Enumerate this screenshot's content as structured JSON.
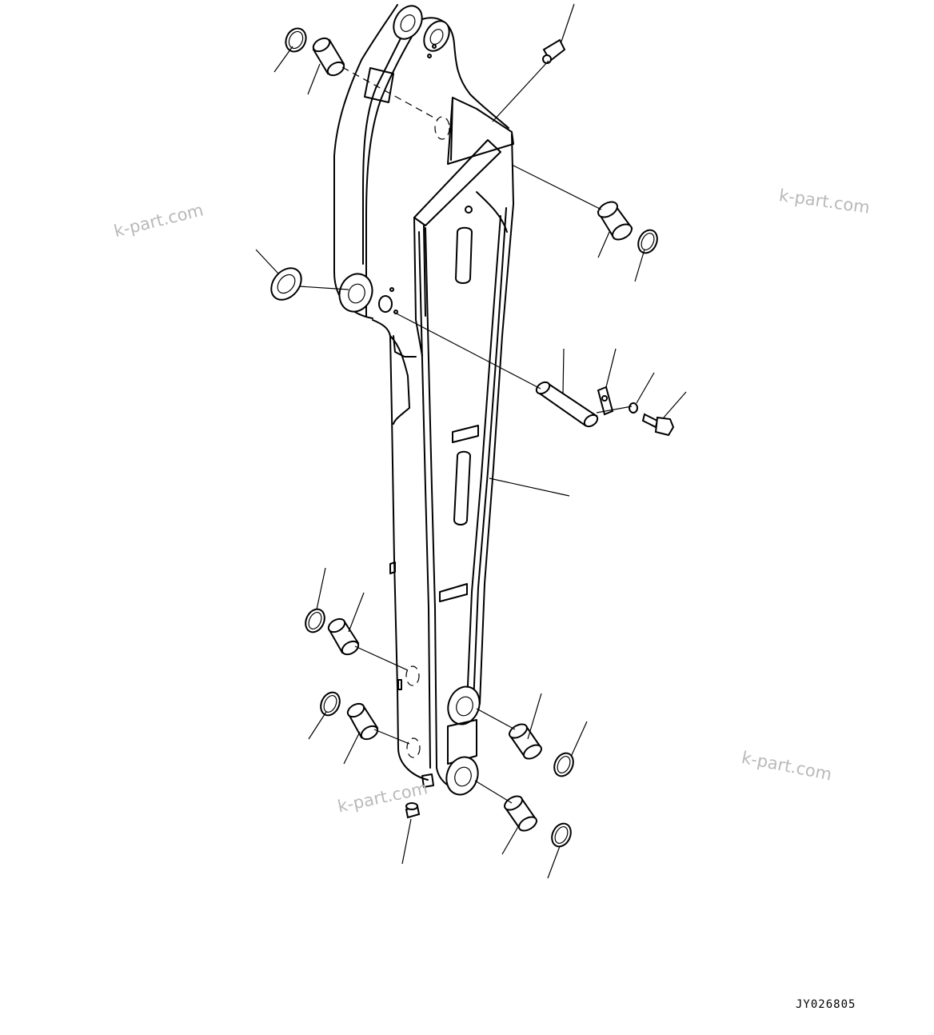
{
  "watermarks": [
    "k-part.com",
    "k-part.com",
    "k-part.com",
    "k-part.com"
  ],
  "drawing_code": "JY026805"
}
